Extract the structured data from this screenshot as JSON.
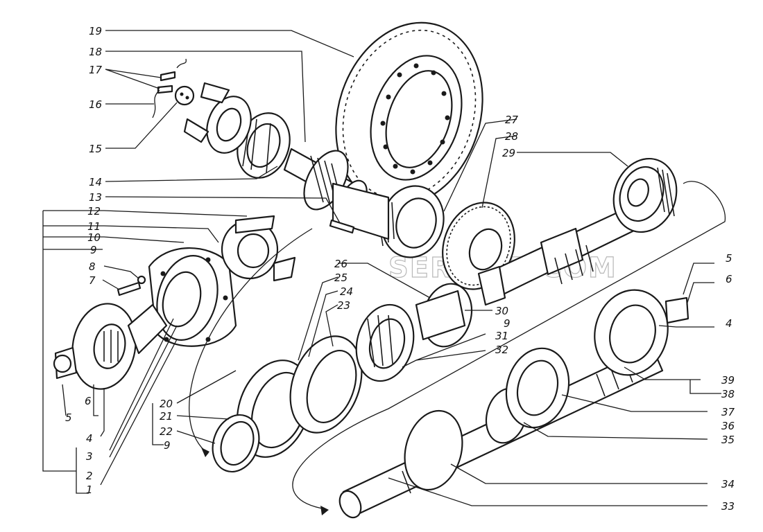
{
  "watermark": "SERVICE.COM",
  "callouts": {
    "c1": "1",
    "c2": "2",
    "c3": "3",
    "c4a": "4",
    "c4b": "4",
    "c5a": "5",
    "c5b": "5",
    "c6a": "6",
    "c6b": "6",
    "c7": "7",
    "c8": "8",
    "c9a": "9",
    "c9b": "9",
    "c9c": "9",
    "c10": "10",
    "c11": "11",
    "c12": "12",
    "c13": "13",
    "c14": "14",
    "c15": "15",
    "c16": "16",
    "c17": "17",
    "c18": "18",
    "c19": "19",
    "c20": "20",
    "c21": "21",
    "c22": "22",
    "c23": "23",
    "c24": "24",
    "c25": "25",
    "c26": "26",
    "c27": "27",
    "c28": "28",
    "c29": "29",
    "c30": "30",
    "c31": "31",
    "c32": "32",
    "c33": "33",
    "c34": "34",
    "c35": "35",
    "c36": "36",
    "c37": "37",
    "c38": "38",
    "c39": "39"
  }
}
